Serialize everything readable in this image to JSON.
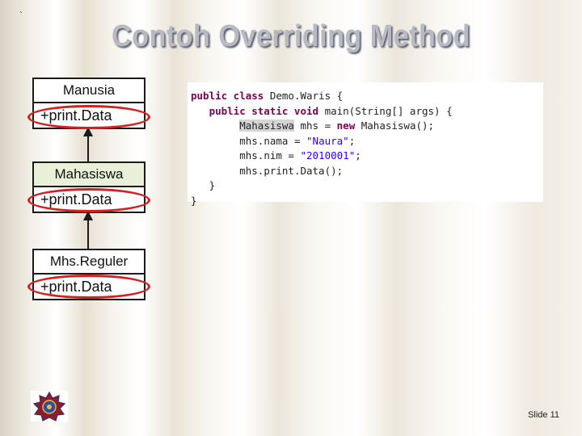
{
  "slide": {
    "corner_mark": "`",
    "title": "Contoh Overriding Method",
    "slide_number": "Slide 11"
  },
  "classes": [
    {
      "name": "Manusia",
      "method": "+print.Data"
    },
    {
      "name": "Mahasiswa",
      "method": "+print.Data"
    },
    {
      "name": "Mhs.Reguler",
      "method": "+print.Data"
    }
  ],
  "code": {
    "line1_kw": "public class",
    "line1_rest": " Demo.Waris {",
    "line2_kw1": "public static void",
    "line2_rest": " main(String[] args) {",
    "line3_type": "Mahasiswa",
    "line3_mid": " mhs = ",
    "line3_kw": "new",
    "line3_end": " Mahasiswa();",
    "line4_pre": "mhs.nama = ",
    "line4_str": "\"Naura\"",
    "line4_end": ";",
    "line5_pre": "mhs.nim = ",
    "line5_str": "\"2010001\"",
    "line5_end": ";",
    "line6": "mhs.print.Data();",
    "line7": "}",
    "line8": "}"
  },
  "colors": {
    "highlight": "#d42020",
    "keyword": "#7f0055",
    "string": "#2a00ff",
    "title": "#b8bac3"
  }
}
